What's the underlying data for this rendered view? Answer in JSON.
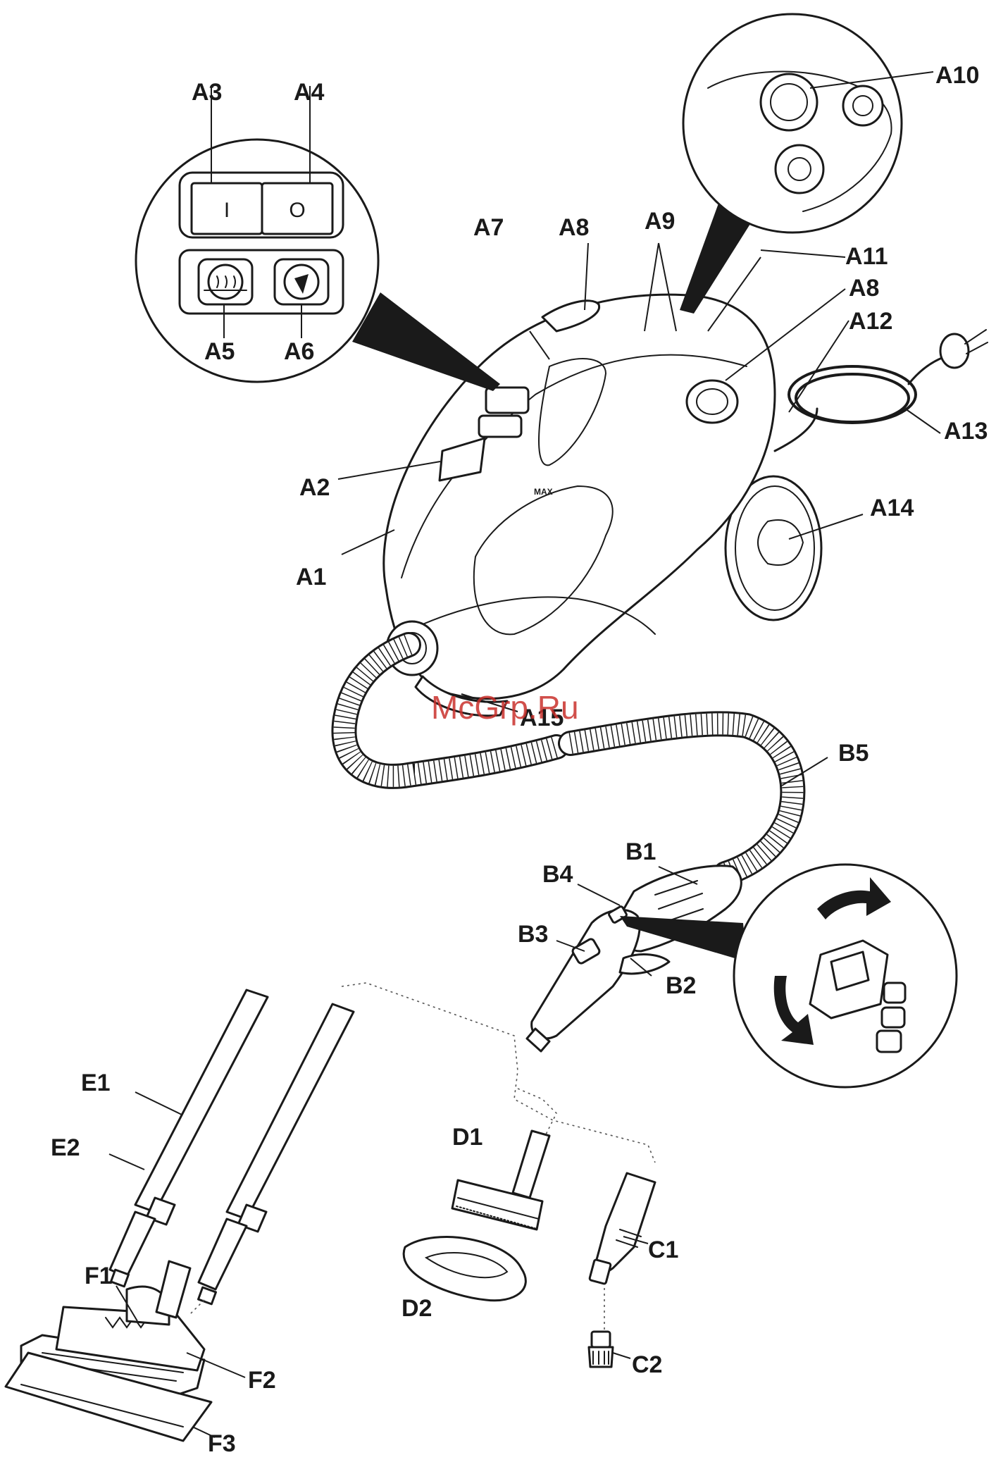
{
  "watermark": "McGrp.Ru",
  "labels": {
    "A1": "A1",
    "A2": "A2",
    "A3": "A3",
    "A4": "A4",
    "A5": "A5",
    "A6": "A6",
    "A7": "A7",
    "A8_top": "A8",
    "A8_right": "A8",
    "A9": "A9",
    "A10": "A10",
    "A11": "A11",
    "A12": "A12",
    "A13": "A13",
    "A14": "A14",
    "A15": "A15",
    "B1": "B1",
    "B2": "B2",
    "B3": "B3",
    "B4": "B4",
    "B5": "B5",
    "C1": "C1",
    "C2": "C2",
    "D1": "D1",
    "D2": "D2",
    "E1": "E1",
    "E2": "E2",
    "F1": "F1",
    "F2": "F2",
    "F3": "F3"
  },
  "switch": {
    "on_symbol": "I",
    "off_symbol": "O"
  },
  "tank_mark": "MAX",
  "icons": [
    "power-switch-icon",
    "heating-lamp-icon",
    "water-lamp-icon",
    "steam-regulator-icon",
    "plug-icon"
  ]
}
